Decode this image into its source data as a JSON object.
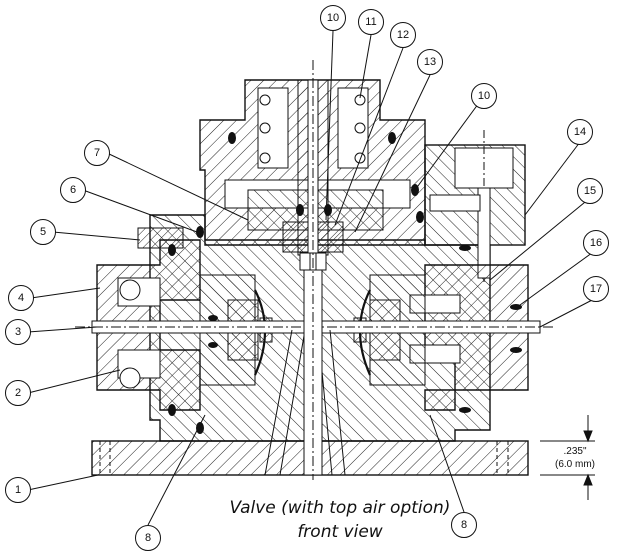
{
  "caption": {
    "line1": "Valve (with top air option)",
    "line2": "front view"
  },
  "dimension": {
    "inches": ".235\"",
    "mm": "(6.0 mm)"
  },
  "callouts": {
    "c1": "1",
    "c2": "2",
    "c3": "3",
    "c4": "4",
    "c5": "5",
    "c6": "6",
    "c7": "7",
    "c8a": "8",
    "c8b": "8",
    "c10a": "10",
    "c10b": "10",
    "c11": "11",
    "c12": "12",
    "c13": "13",
    "c14": "14",
    "c15": "15",
    "c16": "16",
    "c17": "17"
  },
  "colors": {
    "ink": "#111111",
    "hatch": "#222222",
    "paper": "#ffffff"
  }
}
